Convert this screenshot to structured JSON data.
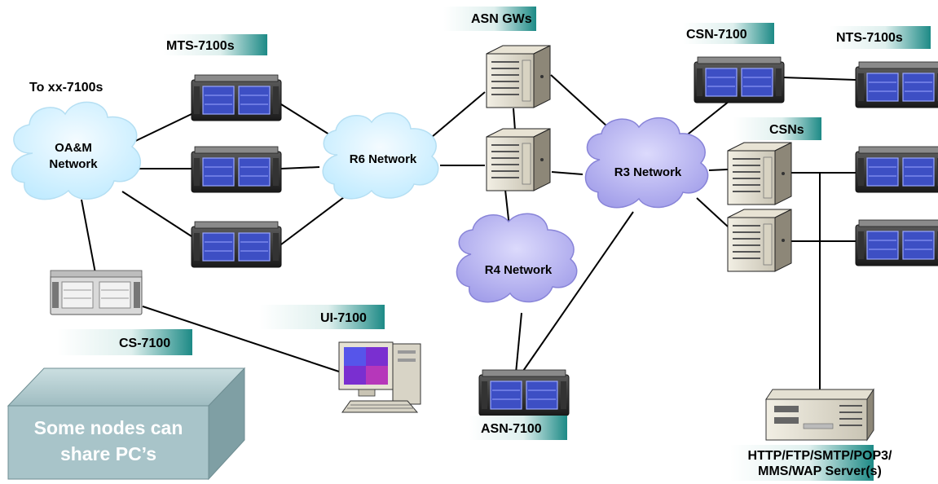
{
  "diagram": {
    "networks": {
      "oam": [
        "OA&M",
        "Network"
      ],
      "r6": "R6 Network",
      "r3": "R3 Network",
      "r4": "R4 Network"
    },
    "labels": {
      "to_xx": "To xx-7100s",
      "mts": "MTS-7100s",
      "asn_gws": "ASN GWs",
      "csn": "CSN-7100",
      "nts": "NTS-7100s",
      "csns": "CSNs",
      "cs": "CS-7100",
      "ui": "UI-7100",
      "asn": "ASN-7100",
      "server": [
        "HTTP/FTP/SMTP/POP3/",
        "MMS/WAP Server(s)"
      ]
    },
    "note": [
      "Some nodes can",
      "share PC’s"
    ],
    "colors": {
      "label_gradient_end": "#1d8a86",
      "cloud_light": "#e8f7ff",
      "cloud_dark": "#bdeaff",
      "cloud_purple": "#a9a6ee",
      "rack_blue": "#4656c8",
      "note_box": "#a8c4c9"
    }
  }
}
